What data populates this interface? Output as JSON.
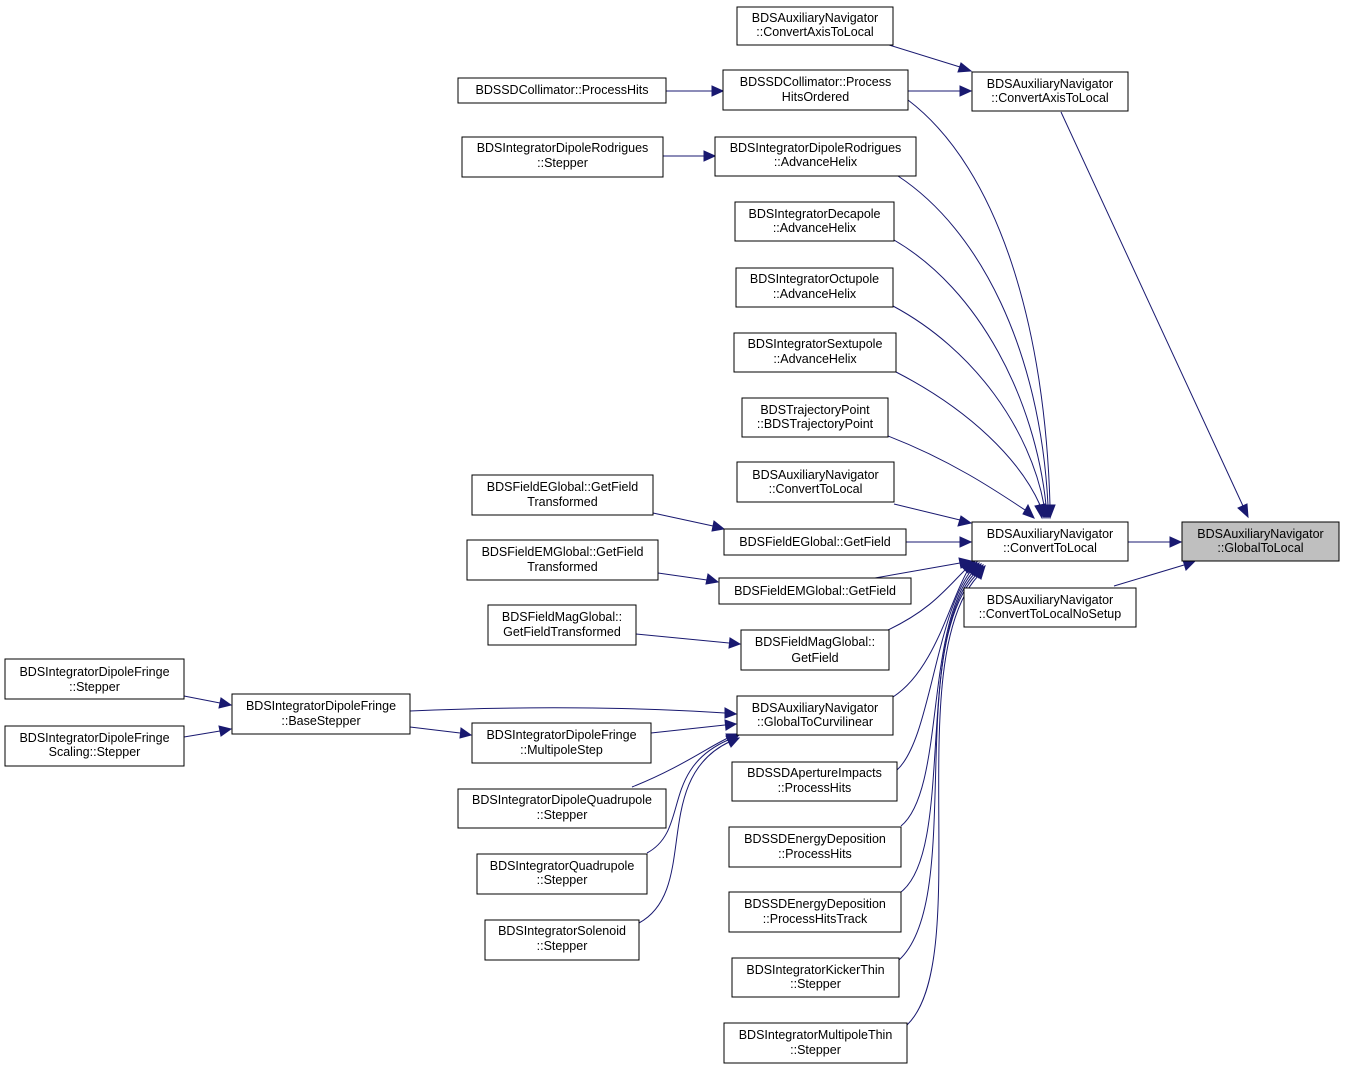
{
  "colors": {
    "edge": "#191970",
    "focus_fill": "#bfbfbf",
    "node_fill": "#ffffff",
    "node_border": "#000000"
  },
  "nodes": {
    "global_to_local": {
      "line1": "BDSAuxiliaryNavigator",
      "line2": "::GlobalToLocal"
    },
    "convert_axis_to_local_a": {
      "line1": "BDSAuxiliaryNavigator",
      "line2": "::ConvertAxisToLocal"
    },
    "convert_axis_to_local_b": {
      "line1": "BDSAuxiliaryNavigator",
      "line2": "::ConvertAxisToLocal"
    },
    "convert_to_local": {
      "line1": "BDSAuxiliaryNavigator",
      "line2": "::ConvertToLocal"
    },
    "convert_to_local_no_setup": {
      "line1": "BDSAuxiliaryNavigator",
      "line2": "::ConvertToLocalNoSetup"
    },
    "convert_to_local_b": {
      "line1": "BDSAuxiliaryNavigator",
      "line2": "::ConvertToLocal"
    },
    "global_to_curvilinear": {
      "line1": "BDSAuxiliaryNavigator",
      "line2": "::GlobalToCurvilinear"
    },
    "sd_collimator_process_hits_ordered": {
      "line1": "BDSSDCollimator::Process",
      "line2": "HitsOrdered"
    },
    "sd_collimator_process_hits": {
      "line1": "BDSSDCollimator::ProcessHits",
      "line2": ""
    },
    "dipole_rodrigues_advance_helix": {
      "line1": "BDSIntegratorDipoleRodrigues",
      "line2": "::AdvanceHelix"
    },
    "dipole_rodrigues_stepper": {
      "line1": "BDSIntegratorDipoleRodrigues",
      "line2": "::Stepper"
    },
    "decapole_advance_helix": {
      "line1": "BDSIntegratorDecapole",
      "line2": "::AdvanceHelix"
    },
    "octupole_advance_helix": {
      "line1": "BDSIntegratorOctupole",
      "line2": "::AdvanceHelix"
    },
    "sextupole_advance_helix": {
      "line1": "BDSIntegratorSextupole",
      "line2": "::AdvanceHelix"
    },
    "trajectory_point": {
      "line1": "BDSTrajectoryPoint",
      "line2": "::BDSTrajectoryPoint"
    },
    "field_e_global_get_field": {
      "line1": "BDSFieldEGlobal::GetField",
      "line2": ""
    },
    "field_e_global_get_field_transformed": {
      "line1": "BDSFieldEGlobal::GetField",
      "line2": "Transformed"
    },
    "field_em_global_get_field": {
      "line1": "BDSFieldEMGlobal::GetField",
      "line2": ""
    },
    "field_em_global_get_field_transformed": {
      "line1": "BDSFieldEMGlobal::GetField",
      "line2": "Transformed"
    },
    "field_mag_global_get_field": {
      "line1": "BDSFieldMagGlobal::",
      "line2": "GetField"
    },
    "field_mag_global_get_field_transformed": {
      "line1": "BDSFieldMagGlobal::",
      "line2": "GetFieldTransformed"
    },
    "dipole_fringe_base_stepper": {
      "line1": "BDSIntegratorDipoleFringe",
      "line2": "::BaseStepper"
    },
    "dipole_fringe_stepper": {
      "line1": "BDSIntegratorDipoleFringe",
      "line2": "::Stepper"
    },
    "dipole_fringe_scaling_stepper": {
      "line1": "BDSIntegratorDipoleFringe",
      "line2": "Scaling::Stepper"
    },
    "dipole_fringe_multipole_step": {
      "line1": "BDSIntegratorDipoleFringe",
      "line2": "::MultipoleStep"
    },
    "dipole_quadrupole_stepper": {
      "line1": "BDSIntegratorDipoleQuadrupole",
      "line2": "::Stepper"
    },
    "quadrupole_stepper": {
      "line1": "BDSIntegratorQuadrupole",
      "line2": "::Stepper"
    },
    "solenoid_stepper": {
      "line1": "BDSIntegratorSolenoid",
      "line2": "::Stepper"
    },
    "aperture_impacts_process_hits": {
      "line1": "BDSSDApertureImpacts",
      "line2": "::ProcessHits"
    },
    "energy_deposition_process_hits": {
      "line1": "BDSSDEnergyDeposition",
      "line2": "::ProcessHits"
    },
    "energy_deposition_process_hits_track": {
      "line1": "BDSSDEnergyDeposition",
      "line2": "::ProcessHitsTrack"
    },
    "kicker_thin_stepper": {
      "line1": "BDSIntegratorKickerThin",
      "line2": "::Stepper"
    },
    "multipole_thin_stepper": {
      "line1": "BDSIntegratorMultipoleThin",
      "line2": "::Stepper"
    }
  }
}
